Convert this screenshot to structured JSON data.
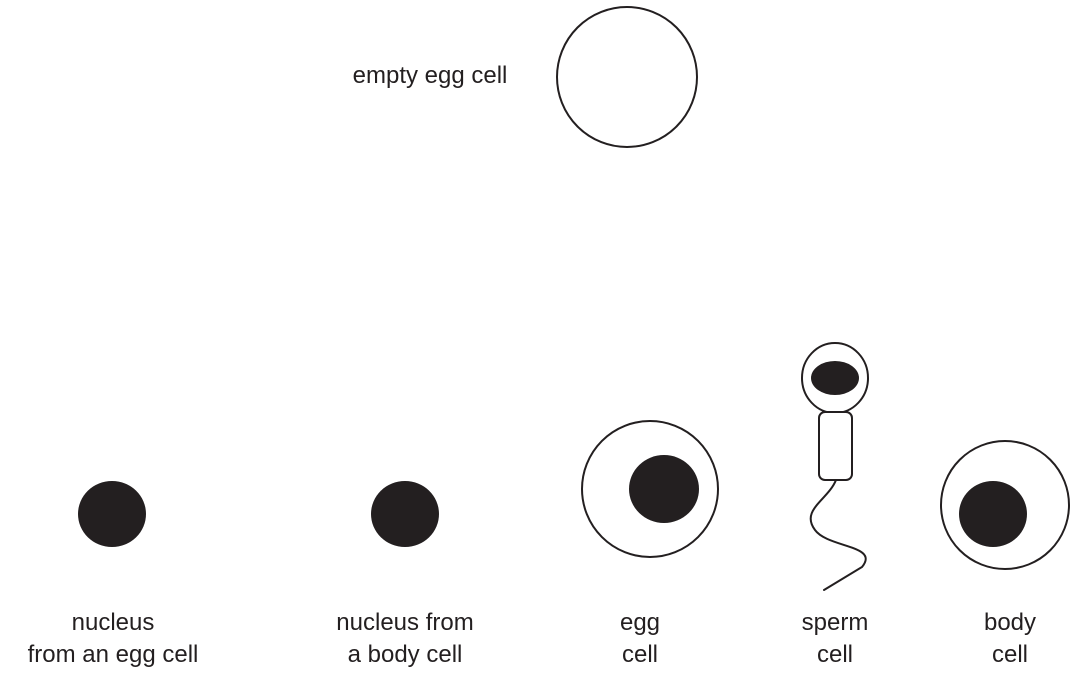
{
  "labels": {
    "empty_egg_cell": "empty egg cell",
    "nucleus_from_egg": {
      "line1": "nucleus",
      "line2": "from an egg cell"
    },
    "nucleus_from_body": {
      "line1": "nucleus from",
      "line2": "a body cell"
    },
    "egg_cell": {
      "line1": "egg",
      "line2": "cell"
    },
    "sperm_cell": {
      "line1": "sperm",
      "line2": "cell"
    },
    "body_cell": {
      "line1": "body",
      "line2": "cell"
    }
  },
  "colors": {
    "stroke": "#231f20",
    "fill_dark": "#231f20",
    "background": "#ffffff"
  }
}
